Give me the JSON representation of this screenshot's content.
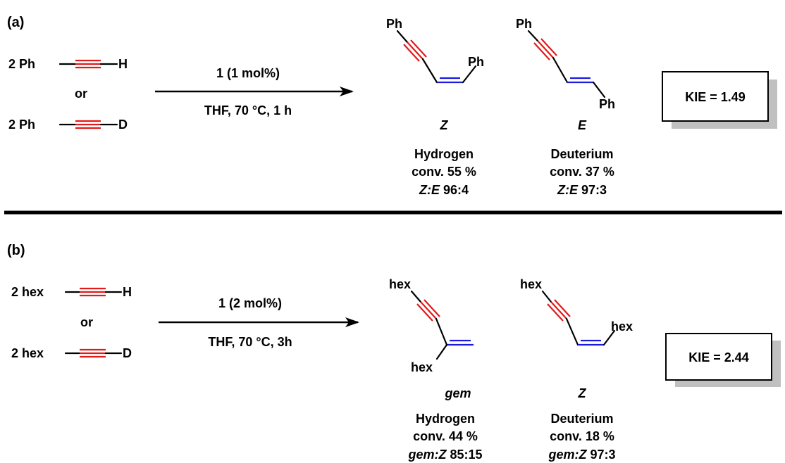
{
  "panels": [
    {
      "tag": "(a)",
      "reactant_line1": "2  Ph",
      "reactant_end1": "H",
      "or_text": "or",
      "reactant_line2": "2  Ph",
      "reactant_end2": "D",
      "conditions_top": "1 (1 mol%)",
      "conditions_bottom": "THF,  70 °C, 1 h",
      "product1": {
        "sub1": "Ph",
        "sub2": "Ph",
        "label": "Z"
      },
      "product2": {
        "sub1": "Ph",
        "sub2": "Ph",
        "label": "E"
      },
      "result_h": {
        "title": "Hydrogen",
        "conv": "conv. 55 %",
        "ratio_iso": "Z:E",
        "ratio_val": " 96:4"
      },
      "result_d": {
        "title": "Deuterium",
        "conv": "conv. 37 %",
        "ratio_iso": "Z:E",
        "ratio_val": " 97:3"
      },
      "kie": "KIE = 1.49"
    },
    {
      "tag": "(b)",
      "reactant_line1": "2  hex",
      "reactant_end1": "H",
      "or_text": "or",
      "reactant_line2": "2  hex",
      "reactant_end2": "D",
      "conditions_top": "1 (2 mol%)",
      "conditions_bottom": "THF,  70 °C, 3h",
      "product1": {
        "sub1": "hex",
        "sub2": "hex",
        "label": "gem"
      },
      "product2": {
        "sub1": "hex",
        "sub2": "hex",
        "label": "Z"
      },
      "result_h": {
        "title": "Hydrogen",
        "conv": "conv. 44 %",
        "ratio_iso": "gem:Z",
        "ratio_val": " 85:15"
      },
      "result_d": {
        "title": "Deuterium",
        "conv": "conv. 18 %",
        "ratio_iso": "gem:Z",
        "ratio_val": " 97:3"
      },
      "kie": "KIE = 2.44"
    }
  ],
  "colors": {
    "triple_bond": "#e01b1b",
    "double_bond": "#1c1ce0",
    "box_shadow": "#c0c0c0"
  }
}
